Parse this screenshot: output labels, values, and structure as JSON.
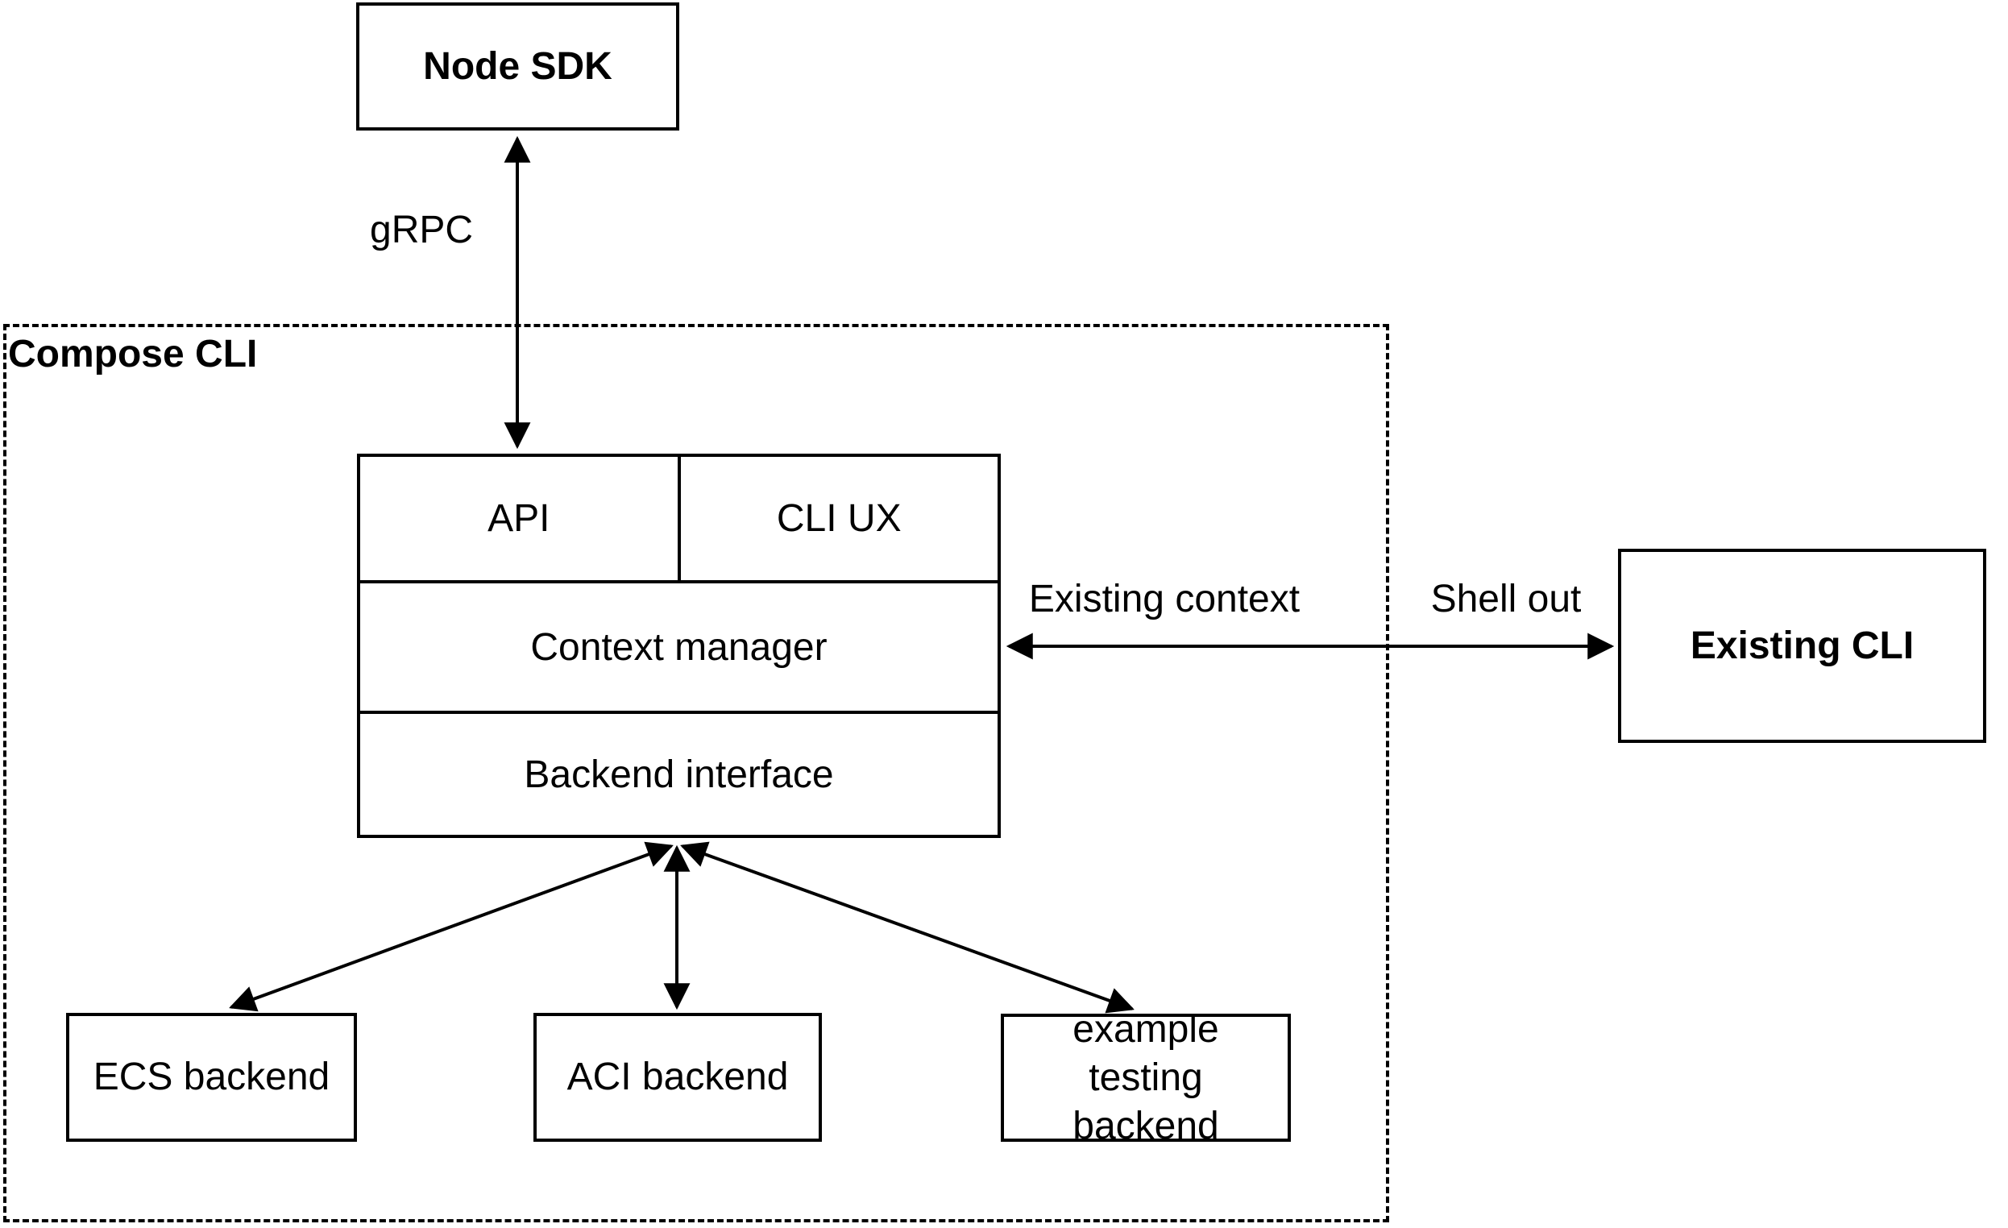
{
  "diagram": {
    "background": "#ffffff",
    "stroke_color": "#000000",
    "text_color": "#000000"
  },
  "nodes": {
    "node_sdk": {
      "label": "Node SDK",
      "bold": true
    },
    "compose_cli_group": {
      "label": "Compose CLI",
      "bold": true,
      "style": "dashed-container"
    },
    "api": {
      "label": "API"
    },
    "cli_ux": {
      "label": "CLI UX"
    },
    "context_manager": {
      "label": "Context manager"
    },
    "backend_interface": {
      "label": "Backend interface"
    },
    "ecs_backend": {
      "label": "ECS backend"
    },
    "aci_backend": {
      "label": "ACI backend"
    },
    "example_testing_backend": {
      "label": "example testing backend"
    },
    "existing_cli": {
      "label": "Existing CLI",
      "bold": true
    }
  },
  "edges": {
    "grpc": {
      "label": "gRPC",
      "from": "Node SDK",
      "to": "API",
      "bidirectional": true
    },
    "existing_context": {
      "label": "Existing context",
      "from": "Context manager",
      "to": "Existing CLI",
      "bidirectional": true
    },
    "shell_out": {
      "label": "Shell out",
      "from": "Context manager",
      "to": "Existing CLI",
      "bidirectional": true
    },
    "to_ecs": {
      "label": "",
      "from": "Backend interface",
      "to": "ECS backend",
      "bidirectional": true
    },
    "to_aci": {
      "label": "",
      "from": "Backend interface",
      "to": "ACI backend",
      "bidirectional": true
    },
    "to_example_testing": {
      "label": "",
      "from": "Backend interface",
      "to": "example testing backend",
      "bidirectional": true
    }
  }
}
